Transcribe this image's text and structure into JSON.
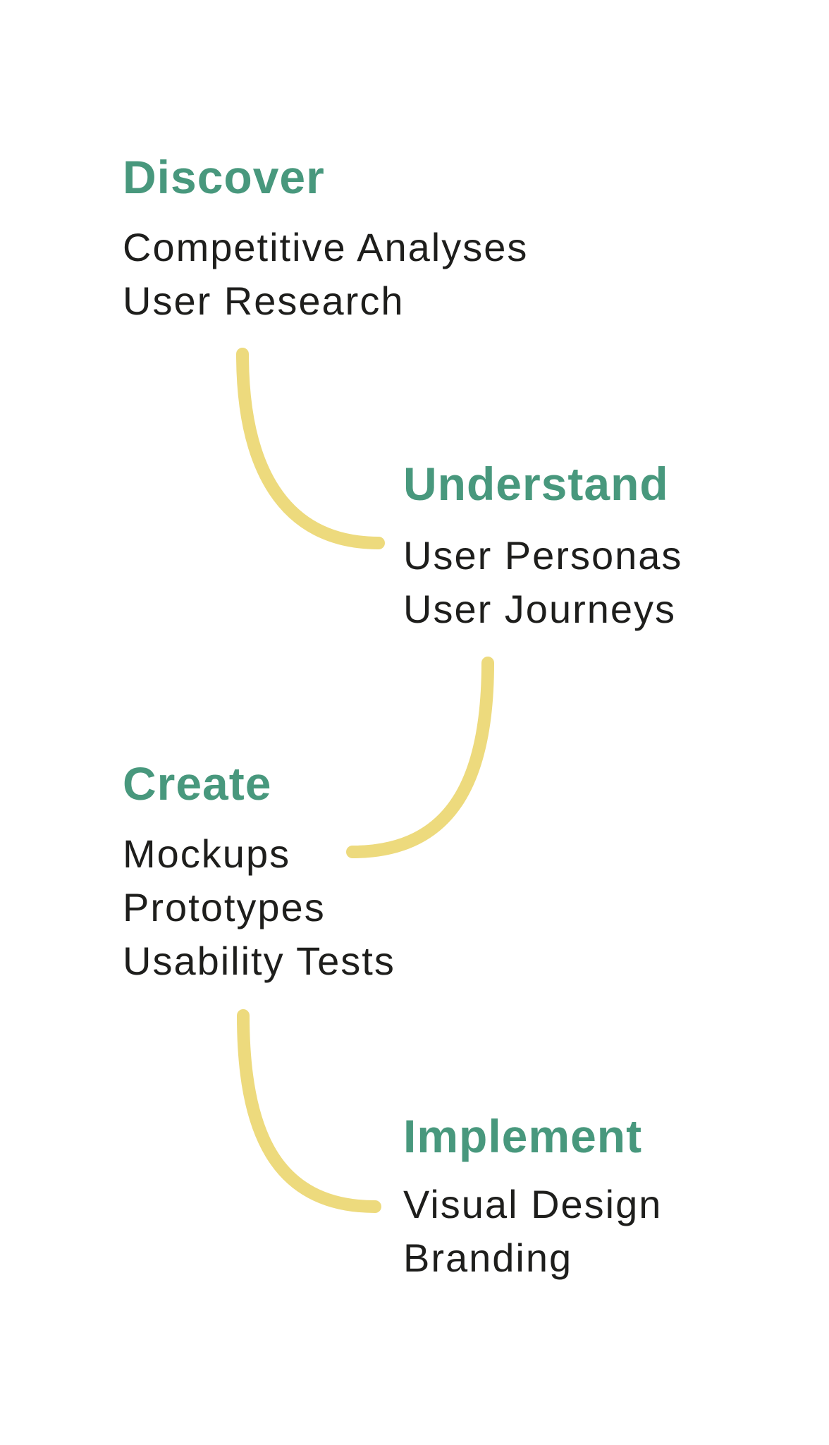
{
  "diagram": {
    "type": "process-flow",
    "stages": [
      {
        "title": "Discover",
        "items": [
          "Competitive Analyses",
          "User Research"
        ]
      },
      {
        "title": "Understand",
        "items": [
          "User Personas",
          "User Journeys"
        ]
      },
      {
        "title": "Create",
        "items": [
          "Mockups",
          "Prototypes",
          "Usability Tests"
        ]
      },
      {
        "title": "Implement",
        "items": [
          "Visual Design",
          "Branding"
        ]
      }
    ],
    "connector_count": 3,
    "colors": {
      "stage_title": "#48987D",
      "item_text": "#1E1E1C",
      "connector": "#EDDA7D",
      "background": "#FFFFFF"
    }
  }
}
